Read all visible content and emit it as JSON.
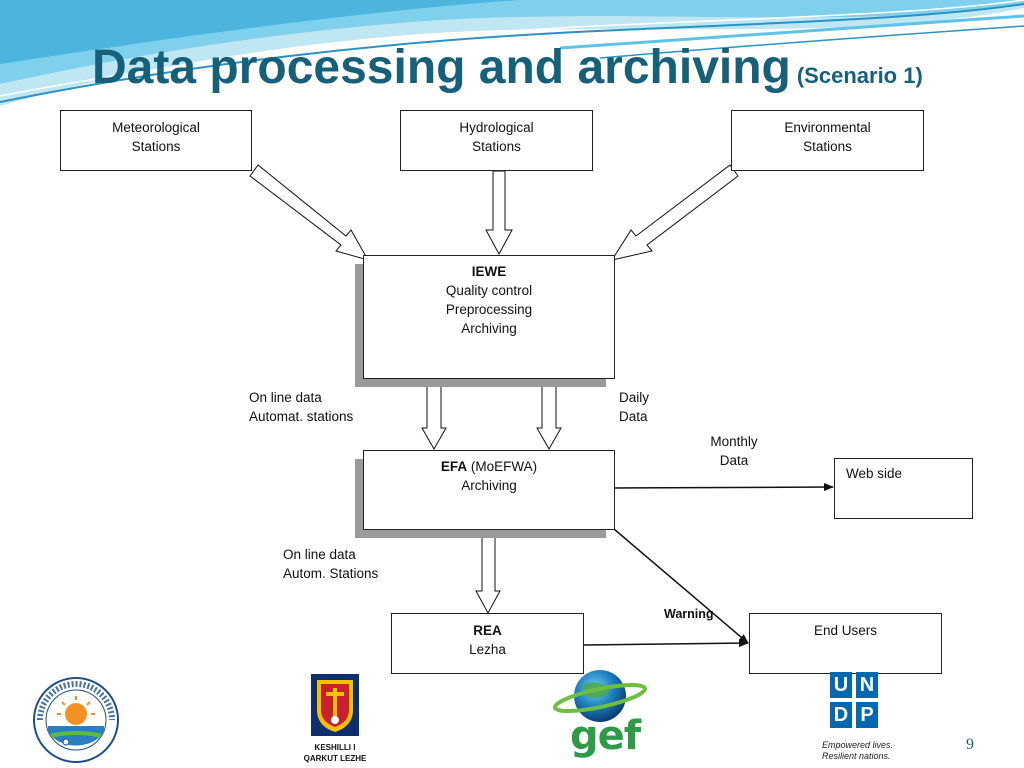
{
  "slide": {
    "title": "Data processing and archiving",
    "subtitle": "(Scenario 1)",
    "page_number": "9"
  },
  "diagram": {
    "sources": {
      "meteorological": [
        "Meteorological",
        "Stations"
      ],
      "hydrological": [
        "Hydrological",
        "Stations"
      ],
      "environmental": [
        "Environmental",
        "Stations"
      ]
    },
    "iewe": {
      "name": "IEWE",
      "lines": [
        "Quality control",
        "Preprocessing",
        "Archiving"
      ]
    },
    "efa": {
      "name": "EFA",
      "org": " (MoEFWA)",
      "lines": [
        "Archiving"
      ]
    },
    "rea": {
      "name": "REA",
      "lines": [
        "Lezha"
      ]
    },
    "web_side": "Web side",
    "end_users": "End Users",
    "labels": {
      "online_auto": [
        "On line data",
        "Automat. stations"
      ],
      "daily": [
        "Daily",
        "Data"
      ],
      "monthly": [
        "Monthly",
        "Data"
      ],
      "online_autom": [
        "On line data",
        "Autom. Stations"
      ],
      "warning": "Warning"
    }
  },
  "logos": {
    "ministry": {
      "icon": "ministry-seal-logo",
      "text": "MINISTRIA E MJEDISIT PYJEVE DHE ADMINISTRIMIT TE UJRAVE"
    },
    "keshilli": {
      "icon": "coat-of-arms-logo",
      "caption": [
        "KESHILLI I",
        "QARKUT LEZHE"
      ]
    },
    "gef": {
      "icon": "globe-logo",
      "text": "gef"
    },
    "undp": {
      "icon": "undp-logo",
      "letters": [
        "U",
        "N",
        "D",
        "P"
      ],
      "tagline": [
        "Empowered lives.",
        "Resilient nations."
      ]
    }
  },
  "colors": {
    "title": "#17607a",
    "wave_light": "#bfe6f3",
    "wave_mid": "#5ec4e6",
    "wave_dark": "#2a93c4",
    "shadow": "#9a9a9a",
    "gef_green": "#2e9a48",
    "undp_blue": "#0468b1"
  }
}
